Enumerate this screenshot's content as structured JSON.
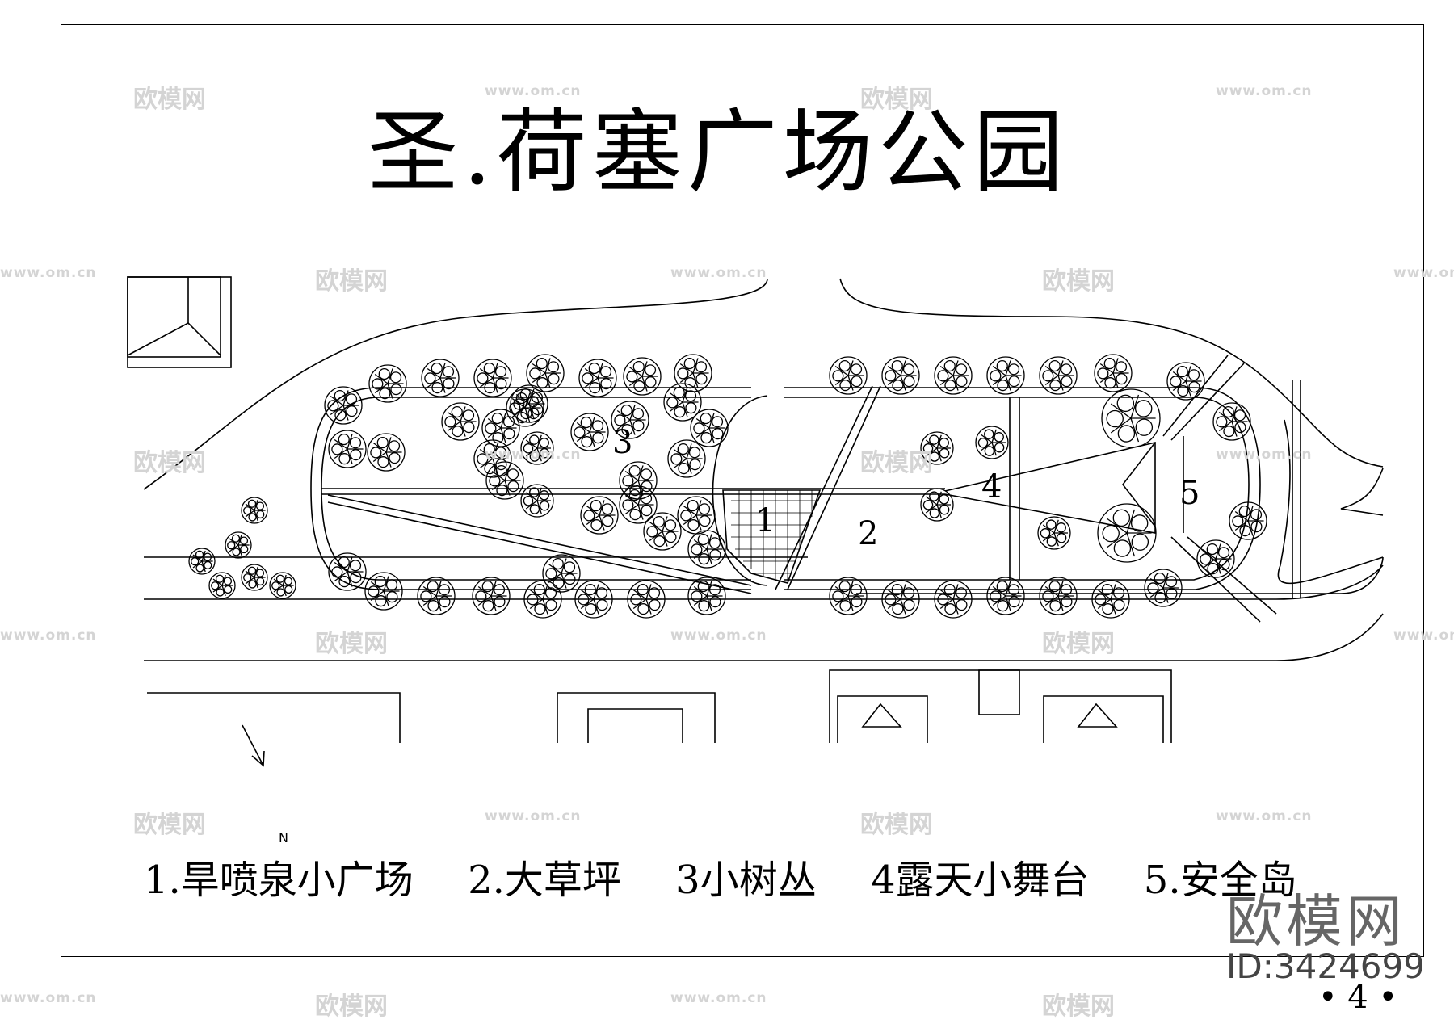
{
  "title": "圣.荷塞广场公园",
  "north_label": "N",
  "zones": {
    "z1": "1",
    "z2": "2",
    "z3": "3",
    "z4": "4",
    "z5": "5"
  },
  "legend": [
    "1.旱喷泉小广场",
    "2.大草坪",
    "3小树丛",
    "4露天小舞台",
    "5.安全岛"
  ],
  "watermark": {
    "cn": "欧模网",
    "en": "www.om.cn",
    "brand": "欧模网",
    "id": "ID:3424699"
  },
  "page_number": "• 4 •",
  "colors": {
    "line": "#000000",
    "watermark": "#d4d4d4"
  }
}
